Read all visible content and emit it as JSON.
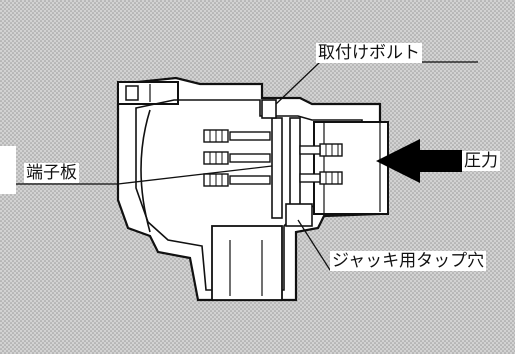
{
  "diagram": {
    "labels": {
      "mounting_bolt": "取付けボルト",
      "terminal_board": "端子板",
      "pressure": "圧力",
      "jack_tap_hole": "ジャッキ用タップ穴"
    },
    "colors": {
      "background_gray": "#c9c9c9",
      "line": "#111111",
      "body_fill": "#ffffff",
      "arrow": "#000000"
    }
  }
}
